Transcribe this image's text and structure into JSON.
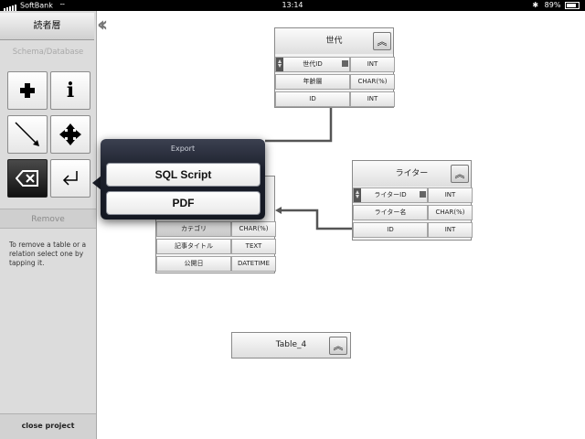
{
  "status": {
    "carrier": "SoftBank",
    "time": "13:14",
    "battery": "89%"
  },
  "sidebar": {
    "title": "読者層",
    "section_label": "Schema/Database",
    "remove_label": "Remove",
    "help_text": "To remove a table or a relation select one by tapping it.",
    "close_label": "close project",
    "tools": [
      {
        "name": "add-table",
        "icon": "plus-icon"
      },
      {
        "name": "info",
        "icon": "info-icon",
        "glyph": "i"
      },
      {
        "name": "add-relation",
        "icon": "arrow-diagonal-icon"
      },
      {
        "name": "move",
        "icon": "move-icon"
      },
      {
        "name": "remove",
        "icon": "backspace-icon",
        "selected": true
      },
      {
        "name": "export",
        "icon": "return-icon"
      }
    ]
  },
  "export_popover": {
    "title": "Export",
    "options": [
      "SQL Script",
      "PDF"
    ]
  },
  "tables": {
    "t1": {
      "title": "世代",
      "rows": [
        {
          "name": "世代ID",
          "type": "INT"
        },
        {
          "name": "年齢層",
          "type": "CHAR(%)"
        },
        {
          "name": "ID",
          "type": "INT"
        }
      ]
    },
    "t2": {
      "title": "ライター",
      "rows": [
        {
          "name": "ライターID",
          "type": "INT"
        },
        {
          "name": "ライター名",
          "type": "CHAR(%)"
        },
        {
          "name": "ID",
          "type": "INT"
        }
      ]
    },
    "t3": {
      "rows": [
        {
          "name": "カテゴリ",
          "type": "CHAR(%)"
        },
        {
          "name": "記事タイトル",
          "type": "TEXT"
        },
        {
          "name": "公開日",
          "type": "DATETIME"
        }
      ]
    },
    "t4": {
      "title": "Table_4"
    }
  }
}
